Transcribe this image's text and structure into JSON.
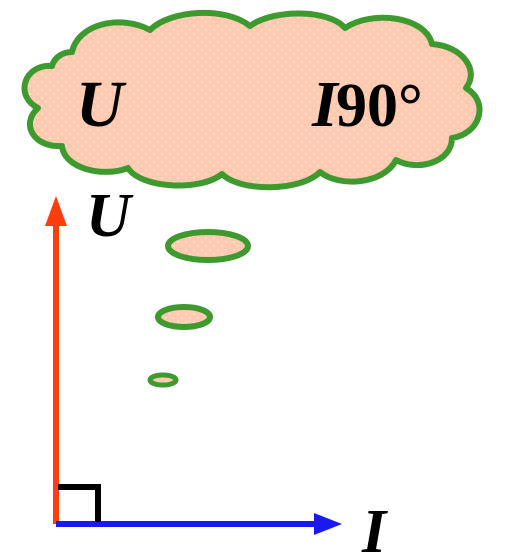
{
  "cloud": {
    "text_u": "U",
    "text_i": "I",
    "text_angle": "90°"
  },
  "axes": {
    "vertical_label": "U",
    "horizontal_label": "I"
  },
  "colors": {
    "voltage_arrow": "#ff3d0d",
    "current_arrow": "#1a1aee",
    "cloud_fill": "#ffcab0",
    "cloud_dot": "#ffe6d8",
    "cloud_outline": "#3e9a2e",
    "right_angle_mark": "#000000"
  },
  "icons": {
    "thought_cloud": "thought-bubble-icon",
    "right_angle": "right-angle-icon"
  }
}
